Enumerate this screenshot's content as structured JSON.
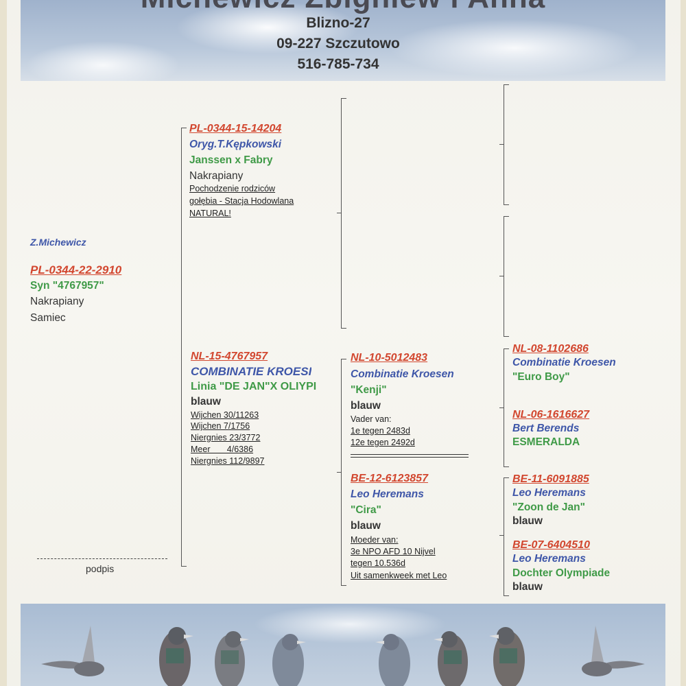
{
  "header": {
    "title": "Michewicz Zbigniew i Anna",
    "address_line1": "Blizno-27",
    "address_line2": "09-227 Szczutowo",
    "phone": "516-785-734"
  },
  "subject": {
    "breeder": "Z.Michewicz",
    "ring": "PL-0344-22-2910",
    "name": "Syn \"4767957\"",
    "color": "Nakrapiany",
    "sex": "Samiec"
  },
  "signature": {
    "label": "podpis"
  },
  "father": {
    "ring": "PL-0344-15-14204",
    "owner": "Oryg.T.Kępkowski",
    "strain": "Janssen x Fabry",
    "color": "Nakrapiany",
    "notes": [
      "Pochodzenie  rodziców",
      "gołębia - Stacja Hodowlana",
      "NATURAL!"
    ]
  },
  "mother": {
    "ring": "NL-15-4767957",
    "owner": "COMBINATIE KROESI",
    "strain": "Linia \"DE JAN\"X OLIYPI",
    "color": "blauw",
    "results": [
      "Wijchen 30/11263",
      "Wijchen  7/1756",
      "Niergnies 23/3772",
      "Meer       4/6386",
      "Niergnies 112/9897"
    ]
  },
  "mother_father": {
    "ring": "NL-10-5012483",
    "owner": "Combinatie Kroesen",
    "name": "\"Kenji\"",
    "color": "blauw",
    "notes": [
      "Vader van:",
      "1e tegen 2483d",
      "12e tegen 2492d"
    ]
  },
  "mother_mother": {
    "ring": "BE-12-6123857",
    "owner": "Leo Heremans",
    "name": "\"Cira\"",
    "color": "blauw",
    "notes": [
      "Moeder van:",
      "3e NPO AFD 10 Nijvel",
      "tegen 10.536d",
      "Uit samenkweek met Leo"
    ]
  },
  "gg": [
    {
      "ring": "NL-08-1102686",
      "owner": "Combinatie Kroesen",
      "name": "\"Euro Boy\""
    },
    {
      "ring": "NL-06-1616627",
      "owner": "Bert Berends",
      "name": "ESMERALDA"
    },
    {
      "ring": "BE-11-6091885",
      "owner": "Leo Heremans",
      "name": "\"Zoon de Jan\"",
      "color": "blauw"
    },
    {
      "ring": "BE-07-6404510",
      "owner": "Leo Heremans",
      "name": "Dochter Olympiade",
      "color": "blauw"
    }
  ],
  "colors": {
    "ring": "#d2472f",
    "owner": "#3e56a8",
    "strain": "#3f9a47"
  },
  "icons": [
    "pigeon-icon"
  ]
}
